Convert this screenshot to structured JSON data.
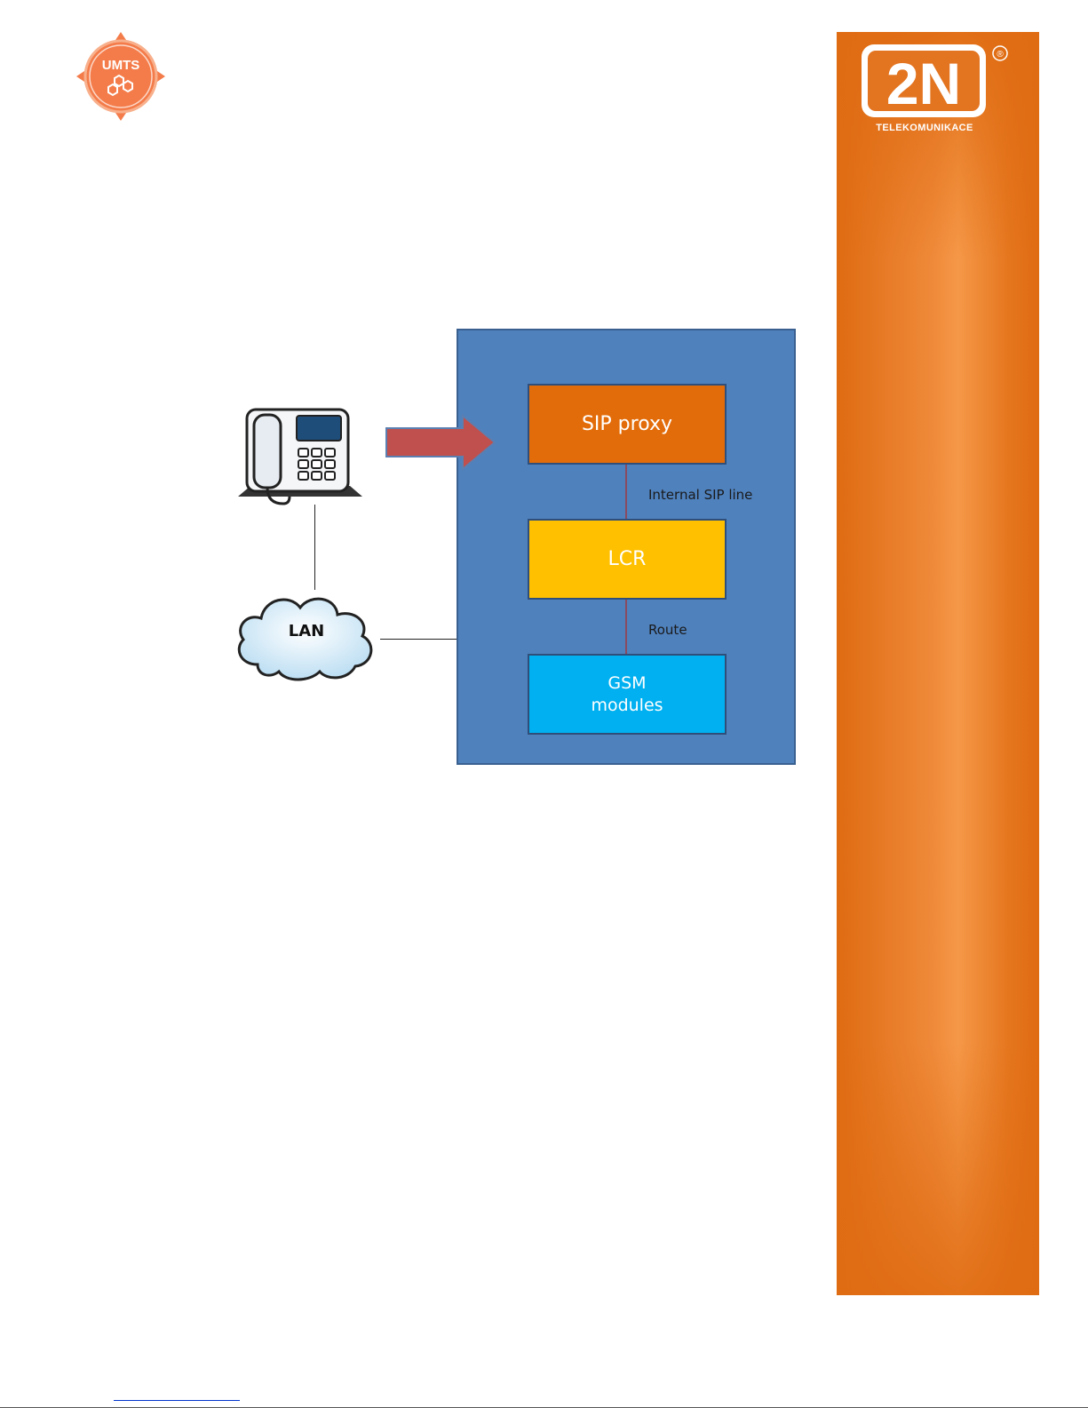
{
  "header": {
    "umts_logo": {
      "text": "UMTS",
      "icon": "honeycomb-icon",
      "color": "#f47c4a"
    },
    "brand_logo": {
      "text": "2N",
      "subtitle": "TELEKOMUNIKACE",
      "registered": "®"
    },
    "sidebar_color": "#e37420"
  },
  "diagram": {
    "blocks": {
      "sip_proxy": "SIP proxy",
      "lcr": "LCR",
      "gsm_line1": "GSM",
      "gsm_line2": "modules"
    },
    "connections": {
      "internal_sip_line": "Internal SIP line",
      "route": "Route"
    },
    "network": {
      "cloud_label": "LAN"
    },
    "icons": {
      "phone": "desk-phone-icon",
      "arrow": "right-arrow-icon",
      "cloud": "cloud-icon"
    },
    "colors": {
      "device_box": "#4f81bd",
      "sip_proxy": "#e36c0a",
      "lcr": "#ffc000",
      "gsm": "#00b0f0",
      "arrow": "#c0504d"
    }
  }
}
